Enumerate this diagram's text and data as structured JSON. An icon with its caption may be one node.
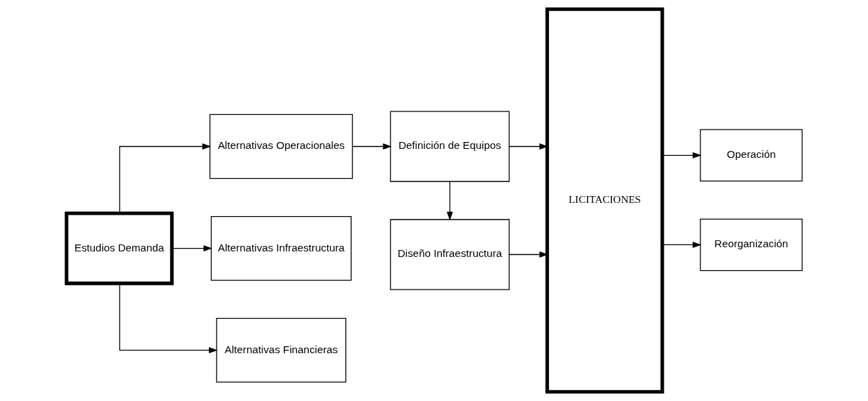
{
  "diagram": {
    "nodes": [
      {
        "text": [
          "Estudios Demanda"
        ]
      },
      {
        "text": [
          "Alternativas Operacionales"
        ]
      },
      {
        "text": [
          "Alternativas Infraestructura"
        ]
      },
      {
        "text": [
          "Alternativas Financieras"
        ]
      },
      {
        "text": [
          "Definición de Equipos"
        ]
      },
      {
        "text": [
          "Diseño Infraestructura"
        ]
      },
      {
        "text": [
          "LICITACIONES"
        ]
      },
      {
        "text": [
          "Operación"
        ]
      },
      {
        "text": [
          "Reorganización"
        ]
      }
    ],
    "edges": [
      {
        "from": 0,
        "to": 1,
        "arrow": "to"
      },
      {
        "from": 0,
        "to": 2,
        "arrow": "to"
      },
      {
        "from": 0,
        "to": 3,
        "arrow": "to"
      },
      {
        "from": 1,
        "to": 4,
        "arrow": "to"
      },
      {
        "from": 4,
        "to": 5,
        "arrow": "to"
      },
      {
        "from": 4,
        "to": 6,
        "arrow": "to"
      },
      {
        "from": 5,
        "to": 6,
        "arrow": "to"
      },
      {
        "from": 6,
        "to": 7,
        "arrow": "to"
      },
      {
        "from": 6,
        "to": 8,
        "arrow": "to"
      }
    ]
  }
}
